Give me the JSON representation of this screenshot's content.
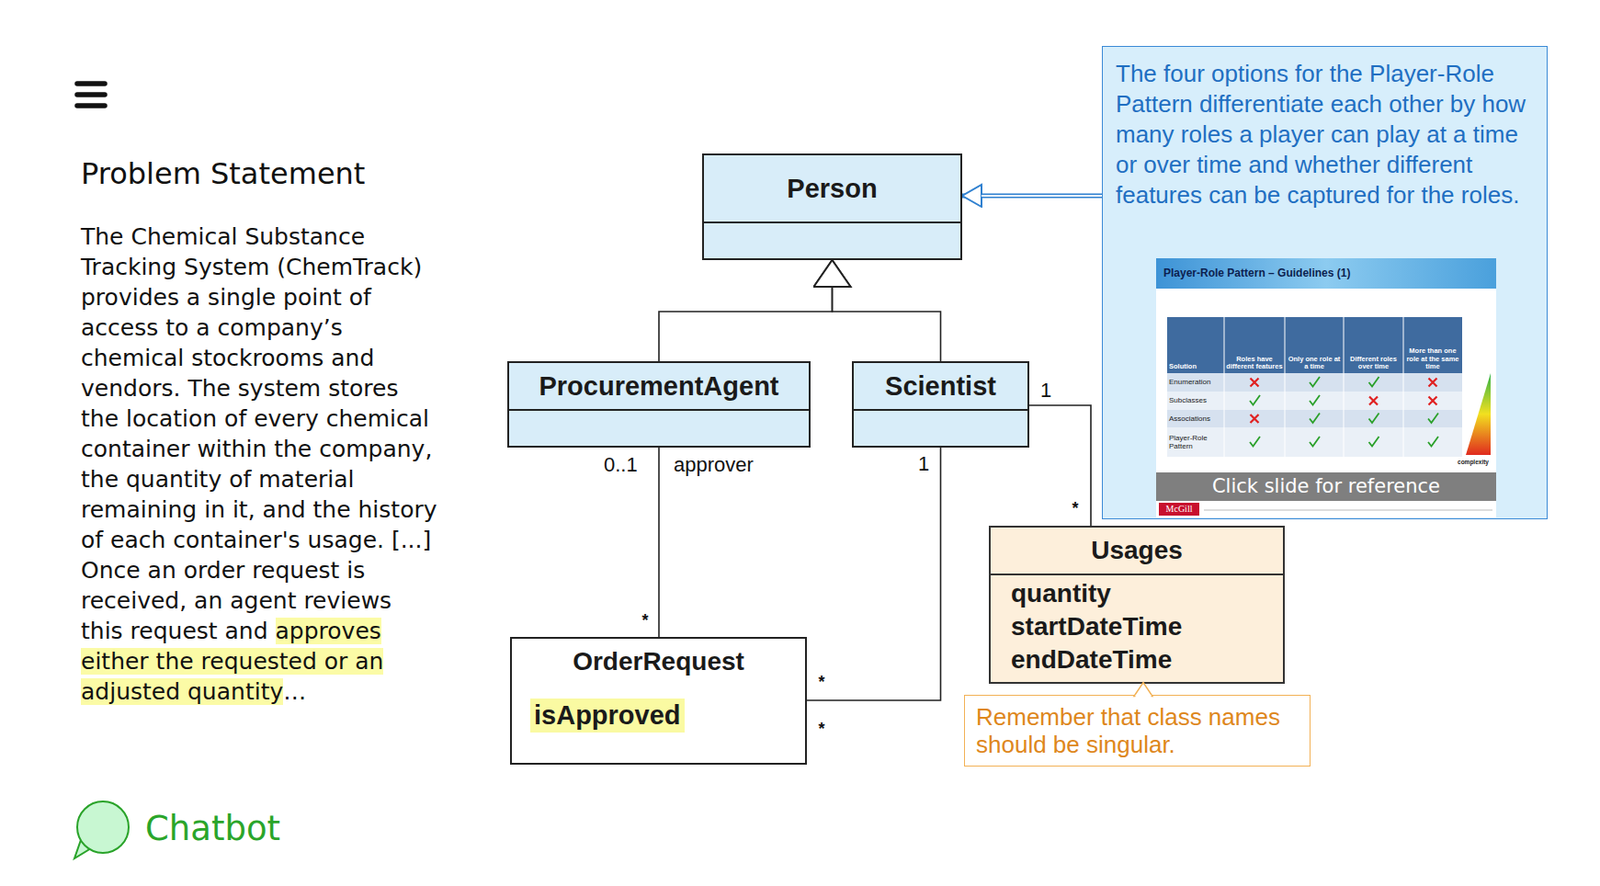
{
  "diagram": {
    "title": "Problem Statement",
    "nodes": [
      {
        "text": [
          "Person"
        ]
      },
      {
        "text": [
          "The four options for the Player-Role Pattern differentiate each other by how many roles a player can play at a time or over time and whether different features can be captured for the roles."
        ]
      },
      {
        "text": [
          "Player-Role Pattern – Guidelines (1)",
          "Solution",
          "Roles have different features",
          "Only one role at a time",
          "Different roles over time",
          "More than one role at the same time",
          "Enumeration",
          "Subclasses",
          "Associations",
          "Player-Role Pattern",
          "complexity",
          "Click slide for reference",
          "McGill"
        ],
        "in": 1
      },
      {
        "text": [
          "ProcurementAgent"
        ]
      },
      {
        "text": [
          "Scientist"
        ]
      },
      {
        "text": [
          "Usages",
          "quantity",
          "startDateTime",
          "endDateTime"
        ]
      },
      {
        "text": [
          "OrderRequest",
          "isApproved"
        ]
      },
      {
        "text": [
          "Remember that class names should be singular."
        ]
      }
    ],
    "edges": [
      {
        "from": 3,
        "to": 0,
        "arrow": "to"
      },
      {
        "from": 4,
        "to": 0,
        "arrow": "to"
      },
      {
        "from": 1,
        "to": 0,
        "arrow": "to"
      },
      {
        "from": 3,
        "to": 6,
        "label": "approver",
        "arrow": "none"
      },
      {
        "from": 4,
        "to": 6,
        "arrow": "none"
      },
      {
        "from": 4,
        "to": 5,
        "arrow": "none"
      }
    ],
    "labels": [
      "The Chemical Substance Tracking System (ChemTrack) provides a single point of access to a company’s chemical stockrooms and vendors. The system stores the location of every chemical container within the company, the quantity of material remaining in it, and the history of each container's usage. [...] Once an order request is received, an agent reviews this request and",
      "approves either the requested or an adjusted quantity",
      "…",
      "0..1",
      "*",
      "1",
      "*",
      "*",
      "1",
      "*",
      "Chatbot"
    ]
  }
}
